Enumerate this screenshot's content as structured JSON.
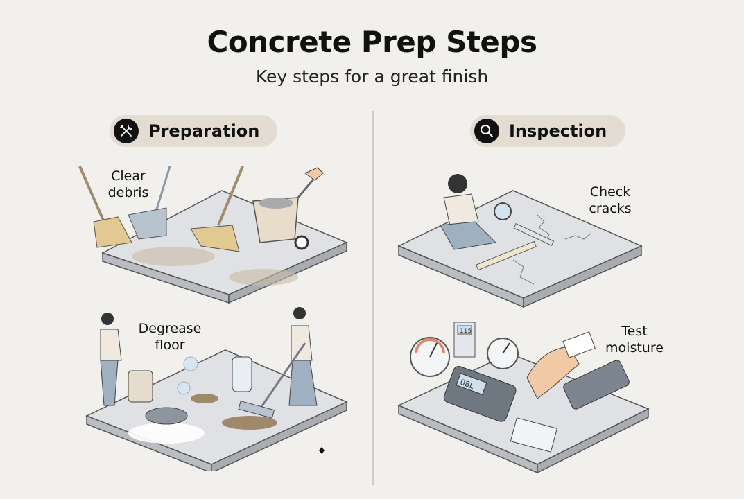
{
  "header": {
    "title": "Concrete Prep Steps",
    "subtitle": "Key steps for a great finish"
  },
  "sections": [
    {
      "label": "Preparation",
      "icon": "wrench-screwdriver-icon",
      "steps": [
        {
          "label_line1": "Clear",
          "label_line2": "debris"
        },
        {
          "label_line1": "Degrease",
          "label_line2": "floor"
        }
      ]
    },
    {
      "label": "Inspection",
      "icon": "magnifier-icon",
      "steps": [
        {
          "label_line1": "Check",
          "label_line2": "cracks"
        },
        {
          "label_line1": "Test",
          "label_line2": "moisture"
        }
      ]
    }
  ],
  "illustration_text": {
    "meter_display_1": "115",
    "meter_display_2": "08L"
  },
  "colors": {
    "background": "#f1f0ed",
    "pill": "#e2dcd2",
    "slab_top": "#dfe1e4",
    "slab_side": "#b9bdc3",
    "accent_blue": "#a9c4d8",
    "dirt": "#8f7d66"
  }
}
